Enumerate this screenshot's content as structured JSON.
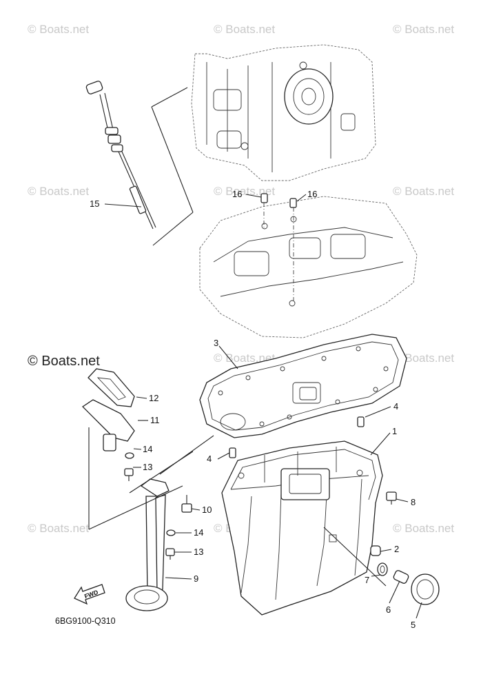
{
  "watermarks": [
    {
      "text": "© Boats.net"
    },
    {
      "text": "© Boats.net"
    },
    {
      "text": "© Boats.net"
    },
    {
      "text": "© Boats.net"
    },
    {
      "text": "© Boats.net"
    },
    {
      "text": "© Boats.net"
    },
    {
      "text": "© Boats.net"
    },
    {
      "text": "© Boats.net"
    },
    {
      "text": "© Boats.net"
    },
    {
      "text": "© Boats.net"
    },
    {
      "text": "© Boats.net"
    }
  ],
  "primary_watermark": "© Boats.net",
  "part_labels": {
    "p1": "1",
    "p2": "2",
    "p3": "3",
    "p4a": "4",
    "p4b": "4",
    "p5": "5",
    "p6": "6",
    "p7": "7",
    "p8": "8",
    "p9": "9",
    "p10": "10",
    "p11": "11",
    "p12": "12",
    "p13a": "13",
    "p13b": "13",
    "p14a": "14",
    "p14b": "14",
    "p15": "15",
    "p16a": "16",
    "p16b": "16"
  },
  "fwd_label": "FWD",
  "diagram_code": "6BG9100-Q310"
}
